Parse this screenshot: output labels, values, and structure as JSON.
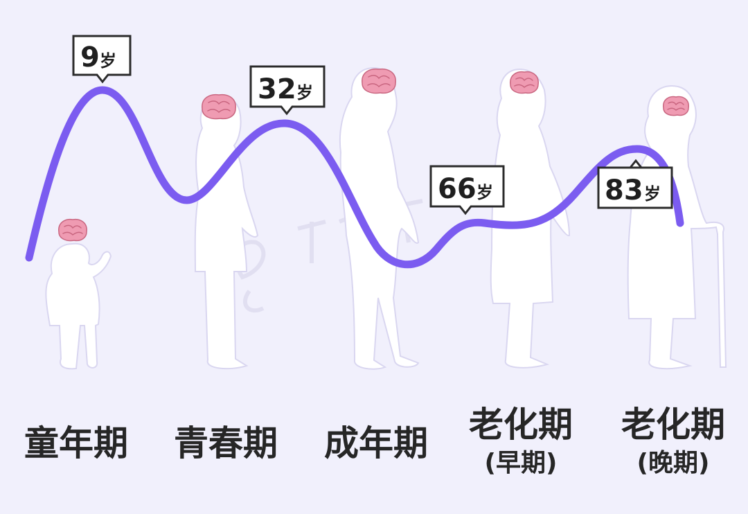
{
  "stages": [
    {
      "label": "童年期",
      "sub": "",
      "age": "9",
      "unit": "岁"
    },
    {
      "label": "青春期",
      "sub": "",
      "age": "32",
      "unit": "岁"
    },
    {
      "label": "成年期",
      "sub": "",
      "age": "66",
      "unit": "岁"
    },
    {
      "label": "老化期",
      "sub": "(早期)",
      "age": "83",
      "unit": "岁"
    },
    {
      "label": "老化期",
      "sub": "(晚期)"
    }
  ],
  "colors": {
    "background": "#f1f0fc",
    "curve": "#7b5cf0",
    "brain": "#ef9bb2",
    "silhouette": "#ffffff"
  },
  "icons": [
    "brain-icon",
    "person-silhouette"
  ]
}
